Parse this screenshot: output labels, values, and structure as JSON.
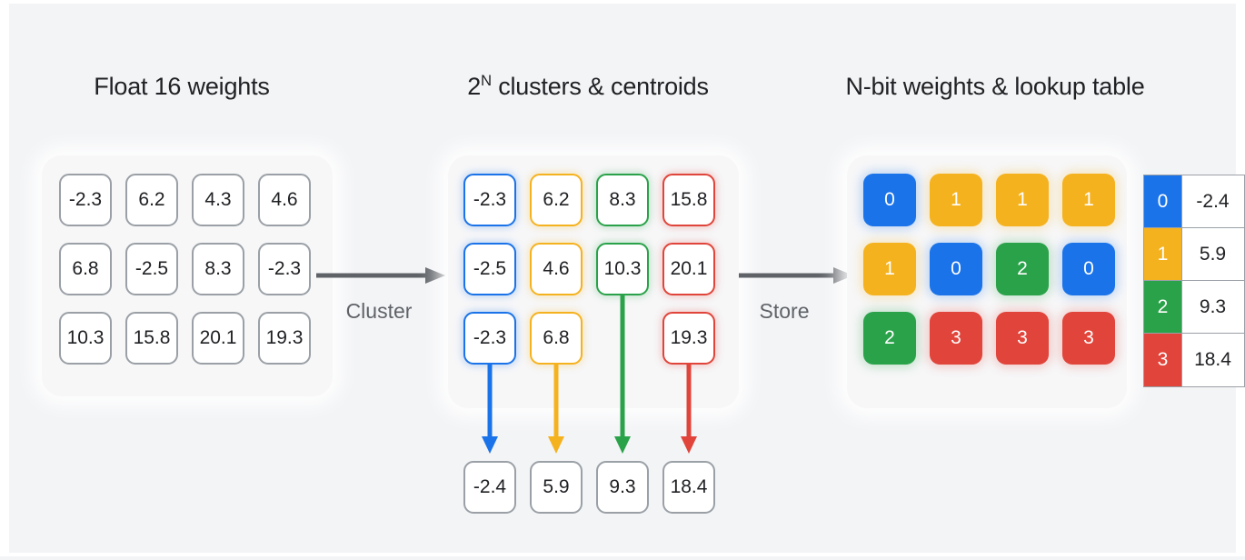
{
  "background_color": "#f3f4f6",
  "palette": {
    "blue": "#1a73e8",
    "yellow": "#f5b21f",
    "green": "#2aa24a",
    "red": "#e0443a",
    "gray_border": "#9aa0a6",
    "text": "#202124",
    "arrow_gray": "#5f6368"
  },
  "sections": {
    "float_weights": {
      "title_prefix": "Float 16 weights",
      "title": "Float 16 weights",
      "grid": [
        [
          "-2.3",
          "6.2",
          "4.3",
          "4.6"
        ],
        [
          "6.8",
          "-2.5",
          "8.3",
          "-2.3"
        ],
        [
          "10.3",
          "15.8",
          "20.1",
          "19.3"
        ]
      ]
    },
    "clusters": {
      "title_base": "2",
      "title_sup": "N",
      "title_rest": " clusters & centroids",
      "grid": [
        [
          "-2.3",
          "6.2",
          "8.3",
          "15.8"
        ],
        [
          "-2.5",
          "4.6",
          "10.3",
          "20.1"
        ],
        [
          "-2.3",
          "6.8",
          "",
          "19.3"
        ]
      ],
      "column_colors": [
        "blue",
        "yellow",
        "green",
        "red"
      ],
      "empty_cells": [
        [
          2,
          2
        ]
      ],
      "centroids": [
        "-2.4",
        "5.9",
        "9.3",
        "18.4"
      ]
    },
    "nbit": {
      "title": "N-bit weights & lookup table",
      "grid": [
        [
          "0",
          "1",
          "1",
          "1"
        ],
        [
          "1",
          "0",
          "2",
          "0"
        ],
        [
          "2",
          "3",
          "3",
          "3"
        ]
      ],
      "index_colors": {
        "0": "blue",
        "1": "yellow",
        "2": "green",
        "3": "red"
      },
      "lookup_table": [
        {
          "index": "0",
          "value": "-2.4",
          "color": "blue"
        },
        {
          "index": "1",
          "value": "5.9",
          "color": "yellow"
        },
        {
          "index": "2",
          "value": "9.3",
          "color": "green"
        },
        {
          "index": "3",
          "value": "18.4",
          "color": "red"
        }
      ]
    }
  },
  "flow": {
    "arrow_1_label": "Cluster",
    "arrow_2_label": "Store"
  },
  "icons": {
    "right_arrow": "right-arrow-icon",
    "down_arrow": "down-arrow-icon"
  }
}
